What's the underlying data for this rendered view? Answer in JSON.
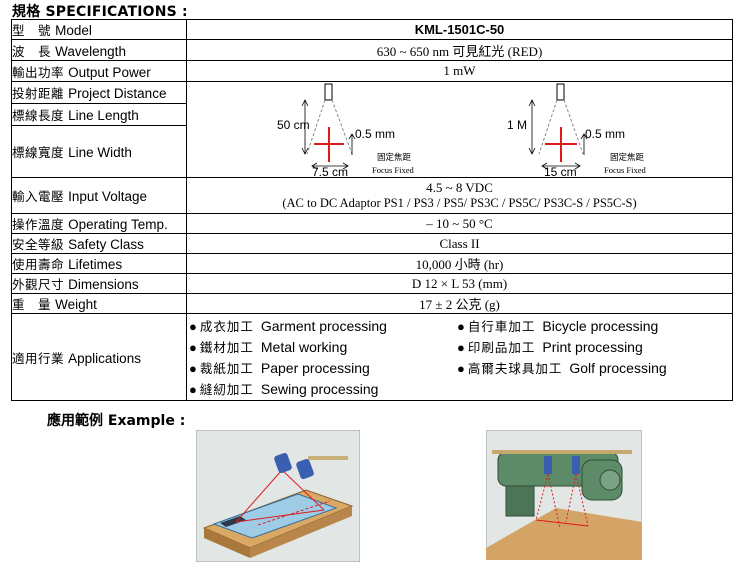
{
  "title": "規格 SPECIFICATIONS :",
  "rows": {
    "model": {
      "zh": "型　號",
      "en": "Model",
      "value": "KML-1501C-50"
    },
    "wavelength": {
      "zh": "波　長",
      "en": "Wavelength",
      "value": "630 ~ 650 nm 可見紅光 (RED)"
    },
    "power": {
      "zh": "輸出功率",
      "en": "Output Power",
      "value": "1 mW"
    },
    "project": {
      "zh": "投射距離",
      "en": "Project Distance"
    },
    "linelength": {
      "zh": "標線長度",
      "en": "Line Length"
    },
    "linewidth": {
      "zh": "標線寬度",
      "en": "Line Width"
    },
    "voltage": {
      "zh": "輸入電壓",
      "en": "Input Voltage",
      "value": "4.5 ~ 8 VDC",
      "sub": "(AC to DC Adaptor PS1 / PS3 / PS5/ PS3C / PS5C/ PS3C-S / PS5C-S)"
    },
    "temp": {
      "zh": "操作溫度",
      "en": "Operating Temp.",
      "value": "– 10 ~ 50 °C"
    },
    "safety": {
      "zh": "安全等級",
      "en": "Safety Class",
      "value": "Class II"
    },
    "lifetimes": {
      "zh": "使用壽命",
      "en": "Lifetimes",
      "value": "10,000 小時 (hr)"
    },
    "dimensions": {
      "zh": "外觀尺寸",
      "en": "Dimensions",
      "value": "D 12 × L 53 (mm)"
    },
    "weight": {
      "zh": "重　量",
      "en": "Weight",
      "value": "17 ± 2 公克 (g)"
    },
    "applications": {
      "zh": "適用行業",
      "en": "Applications"
    }
  },
  "diagram": {
    "left": {
      "distance": "50 cm",
      "thickness": "0.5 mm",
      "length": "7.5 cm",
      "focus_zh": "固定焦距",
      "focus_en": "Focus Fixed"
    },
    "right": {
      "distance": "1 M",
      "thickness": "0.5 mm",
      "length": "15 cm",
      "focus_zh": "固定焦距",
      "focus_en": "Focus Fixed"
    }
  },
  "applications": [
    {
      "zh": "成衣加工",
      "en": "Garment processing"
    },
    {
      "zh": "鐵材加工",
      "en": "Metal working"
    },
    {
      "zh": "裁紙加工",
      "en": "Paper processing"
    },
    {
      "zh": "縫紉加工",
      "en": "Sewing processing"
    },
    {
      "zh": "自行車加工",
      "en": "Bicycle processing"
    },
    {
      "zh": "印刷品加工",
      "en": "Print processing"
    },
    {
      "zh": "高爾夫球具加工",
      "en": "Golf processing"
    }
  ],
  "example": {
    "zh": "應用範例",
    "en": "Example :"
  },
  "colors": {
    "laser": "#e0191d",
    "photo_bg": "#e2e6e4",
    "wood": "#c89a58",
    "machine": "#5d8b68"
  }
}
